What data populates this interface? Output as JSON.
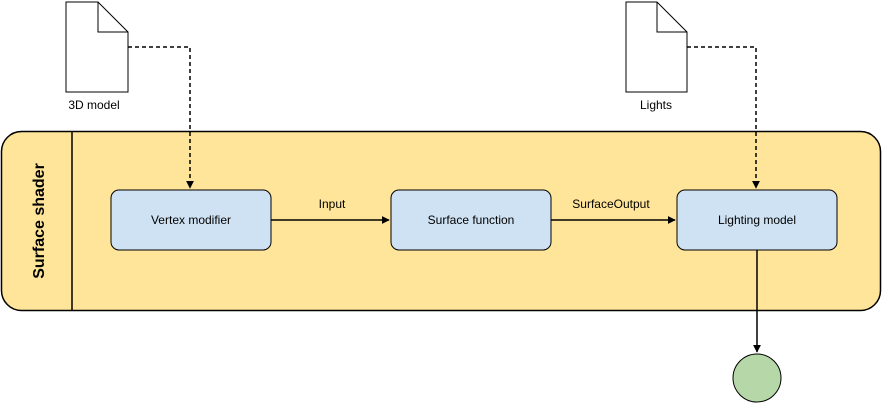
{
  "diagram": {
    "container": {
      "title": "Surface shader",
      "fill": "#ffe599",
      "stroke": "#000000"
    },
    "inputs": {
      "model": {
        "label": "3D model",
        "icon": "document-icon"
      },
      "lights": {
        "label": "Lights",
        "icon": "document-icon"
      }
    },
    "stages": {
      "vertex": {
        "label": "Vertex modifier"
      },
      "surface": {
        "label": "Surface function"
      },
      "lighting": {
        "label": "Lighting model"
      }
    },
    "edges": {
      "input_label": "Input",
      "output_label": "SurfaceOutput"
    },
    "colors": {
      "stage_fill": "#cfe2f3",
      "stage_stroke": "#000000",
      "end_fill": "#b6d7a8",
      "edge": "#000000"
    }
  }
}
